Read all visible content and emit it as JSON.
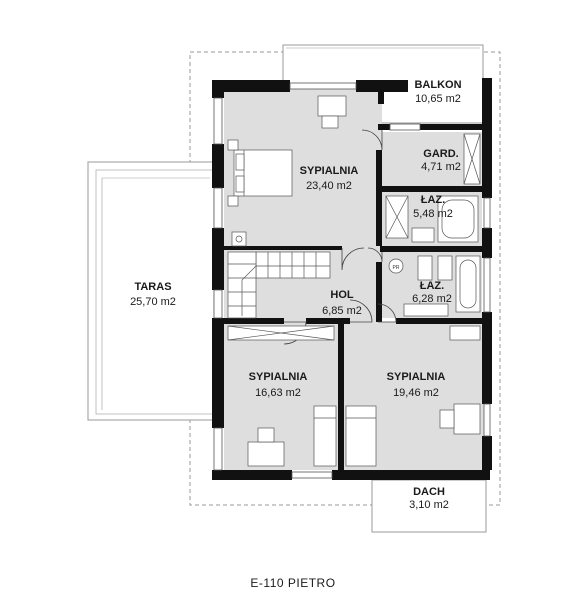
{
  "title": "E-110 PIETRO",
  "rooms": {
    "balkon": {
      "name": "BALKON",
      "area": "10,65 m2"
    },
    "gard": {
      "name": "GARD.",
      "area": "4,71 m2"
    },
    "sypialnia_1": {
      "name": "SYPIALNIA",
      "area": "23,40 m2"
    },
    "laz_1": {
      "name": "ŁAZ.",
      "area": "5,48 m2"
    },
    "laz_2": {
      "name": "ŁAZ.",
      "area": "6,28 m2"
    },
    "hol": {
      "name": "HOL",
      "area": "6,85 m2"
    },
    "taras": {
      "name": "TARAS",
      "area": "25,70 m2"
    },
    "sypialnia_2": {
      "name": "SYPIALNIA",
      "area": "16,63 m2"
    },
    "sypialnia_3": {
      "name": "SYPIALNIA",
      "area": "19,46 m2"
    },
    "dach": {
      "name": "DACH",
      "area": "3,10 m2"
    }
  },
  "fixtures": {
    "pr": "PR"
  },
  "colors": {
    "wall": "#111111",
    "floor": "#dedede",
    "outline": "#8a8a8a",
    "furniture": "#ffffff"
  }
}
